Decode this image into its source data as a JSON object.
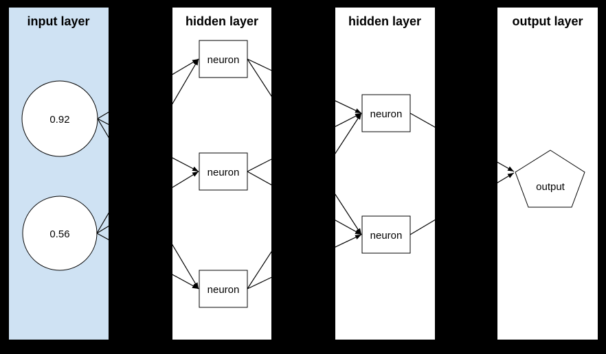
{
  "diagram": {
    "type": "feedforward-neural-network",
    "background_color": "#000000",
    "stroke_color": "#000000",
    "node_fill": "#ffffff",
    "layers": [
      {
        "title": "input layer",
        "bg": "#cfe2f3"
      },
      {
        "title": "hidden layer",
        "bg": "#ffffff"
      },
      {
        "title": "hidden layer",
        "bg": "#ffffff"
      },
      {
        "title": "output layer",
        "bg": "#ffffff"
      }
    ],
    "nodes": {
      "inputs": [
        {
          "shape": "circle",
          "value": "0.92"
        },
        {
          "shape": "circle",
          "value": "0.56"
        }
      ],
      "hidden1": [
        {
          "shape": "rect",
          "label": "neuron"
        },
        {
          "shape": "rect",
          "label": "neuron"
        },
        {
          "shape": "rect",
          "label": "neuron"
        }
      ],
      "hidden2": [
        {
          "shape": "rect",
          "label": "neuron"
        },
        {
          "shape": "rect",
          "label": "neuron"
        }
      ],
      "output": {
        "shape": "pentagon",
        "label": "output"
      }
    },
    "edges": [
      {
        "from": "input-1",
        "to": "hidden1-1"
      },
      {
        "from": "input-1",
        "to": "hidden1-2"
      },
      {
        "from": "input-1",
        "to": "hidden1-3"
      },
      {
        "from": "input-2",
        "to": "hidden1-1"
      },
      {
        "from": "input-2",
        "to": "hidden1-2"
      },
      {
        "from": "input-2",
        "to": "hidden1-3"
      },
      {
        "from": "hidden1-1",
        "to": "hidden2-1"
      },
      {
        "from": "hidden1-1",
        "to": "hidden2-2"
      },
      {
        "from": "hidden1-2",
        "to": "hidden2-1"
      },
      {
        "from": "hidden1-2",
        "to": "hidden2-2"
      },
      {
        "from": "hidden1-3",
        "to": "hidden2-1"
      },
      {
        "from": "hidden1-3",
        "to": "hidden2-2"
      },
      {
        "from": "hidden2-1",
        "to": "output-1"
      },
      {
        "from": "hidden2-2",
        "to": "output-1"
      }
    ]
  }
}
